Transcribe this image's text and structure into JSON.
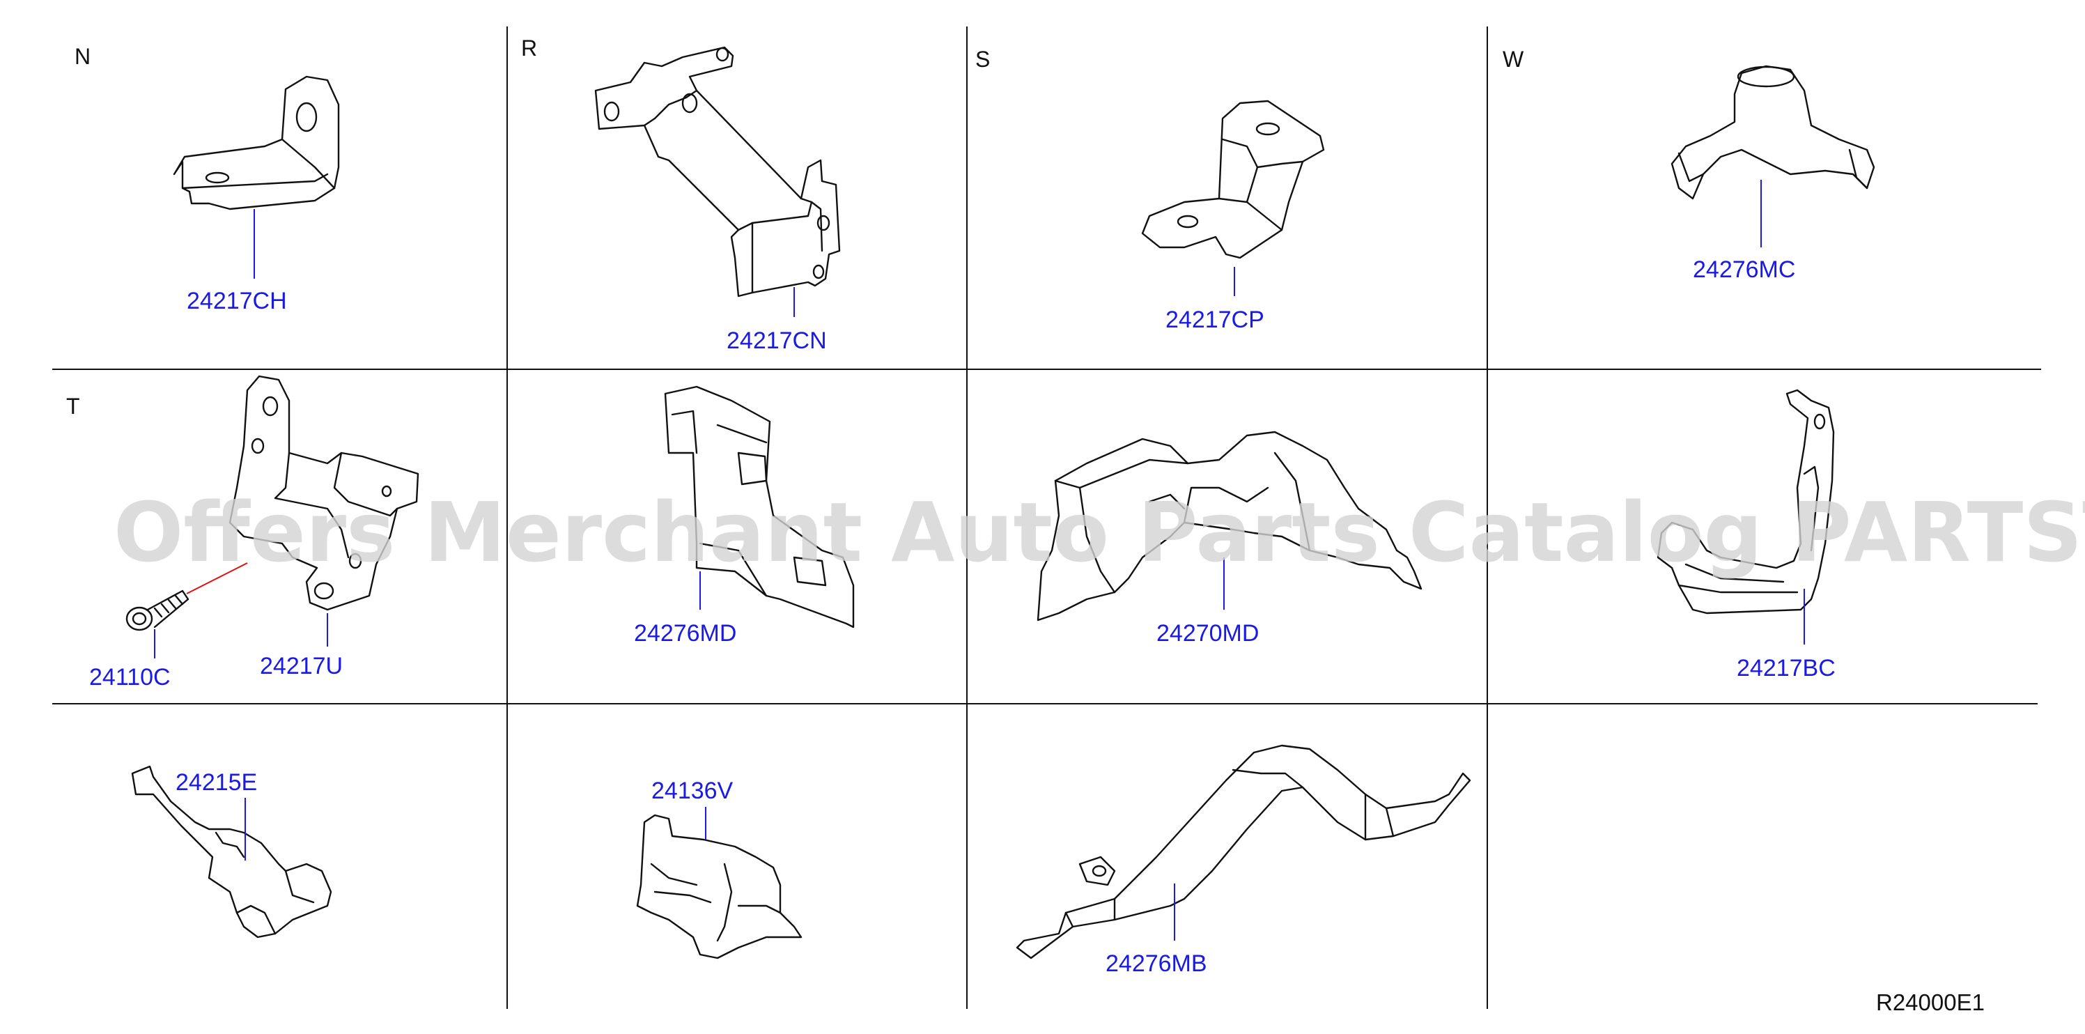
{
  "sections": [
    {
      "letter": "N",
      "part": "24217CH"
    },
    {
      "letter": "R",
      "part": "24217CN"
    },
    {
      "letter": "S",
      "part": "24217CP"
    },
    {
      "letter": "W",
      "part": "24276MC"
    },
    {
      "letter": "T",
      "parts": [
        "24110C",
        "24217U"
      ]
    },
    {
      "letter": "",
      "part": "24276MD"
    },
    {
      "letter": "",
      "part": "24270MD"
    },
    {
      "letter": "",
      "part": "24217BC"
    },
    {
      "letter": "",
      "part": "24215E"
    },
    {
      "letter": "",
      "part": "24136V"
    },
    {
      "letter": "",
      "part": "24276MB"
    }
  ],
  "watermark": "Offers Merchant Auto Parts Catalog PARTSTORE.SA",
  "reference_code": "R24000E1",
  "colors": {
    "label": "#1a1ae6",
    "line": "#111111",
    "red_leader": "#e01010"
  }
}
